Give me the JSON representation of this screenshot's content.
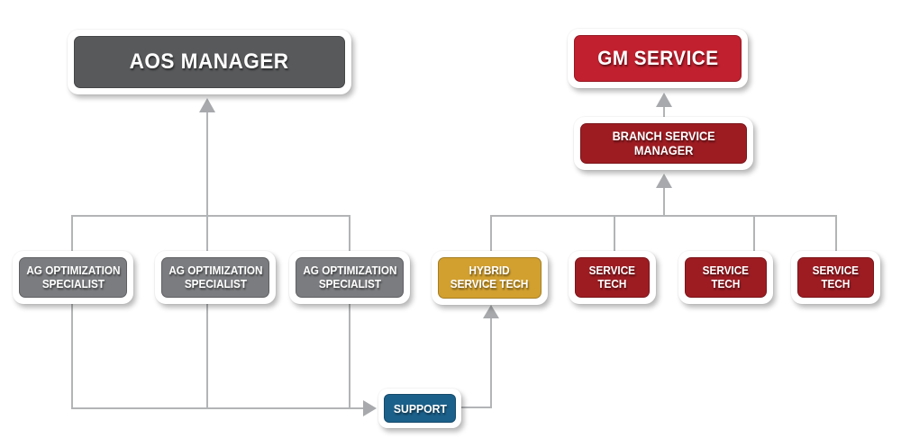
{
  "colors": {
    "dark_gray": "#58595b",
    "medium_gray": "#7a7c7f",
    "bright_red": "#c1202e",
    "dark_red": "#9d1c22",
    "gold": "#d2a02f",
    "blue": "#1b608a",
    "connector": "#b2b4b6",
    "connector_arrow": "#a7a9ac"
  },
  "nodes": {
    "aos_manager": {
      "label": "AOS MANAGER"
    },
    "gm_service": {
      "label": "GM SERVICE"
    },
    "branch_service_manager": {
      "line1": "BRANCH SERVICE",
      "line2": "MANAGER"
    },
    "ag_specialist_1": {
      "line1": "AG OPTIMIZATION",
      "line2": "SPECIALIST"
    },
    "ag_specialist_2": {
      "line1": "AG OPTIMIZATION",
      "line2": "SPECIALIST"
    },
    "ag_specialist_3": {
      "line1": "AG OPTIMIZATION",
      "line2": "SPECIALIST"
    },
    "hybrid_service_tech": {
      "line1": "HYBRID",
      "line2": "SERVICE TECH"
    },
    "service_tech_1": {
      "line1": "SERVICE",
      "line2": "TECH"
    },
    "service_tech_2": {
      "line1": "SERVICE",
      "line2": "TECH"
    },
    "service_tech_3": {
      "line1": "SERVICE",
      "line2": "TECH"
    },
    "support": {
      "label": "SUPPORT"
    }
  }
}
